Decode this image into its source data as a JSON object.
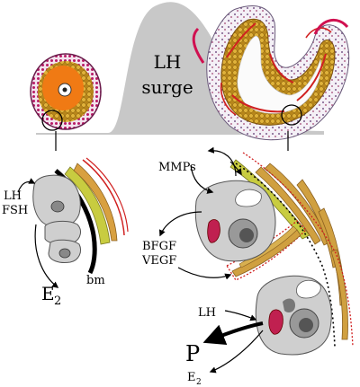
{
  "peak": {
    "line1": "LH",
    "line2": "surge"
  },
  "left_panel": {
    "hormones_line1": "LH",
    "hormones_line2": "FSH",
    "output": "E",
    "output_sub": "2",
    "membrane": "bm"
  },
  "right_panel": {
    "mmps": "MMPs",
    "growth_line1": "BFGF",
    "growth_line2": "VEGF",
    "lh": "LH",
    "progesterone": "P",
    "estradiol": "E",
    "estradiol_sub": "2"
  },
  "colors": {
    "surge_fill": "#c8c8c8",
    "follicle_orange": "#f07a14",
    "granulosa_gold": "#d4a020",
    "theca_magenta": "#c01860",
    "cell_gray": "#cfcfcf",
    "stroma_olive": "#c8cc40",
    "tan_cell": "#d0a040",
    "vessel_red": "#d02020"
  }
}
